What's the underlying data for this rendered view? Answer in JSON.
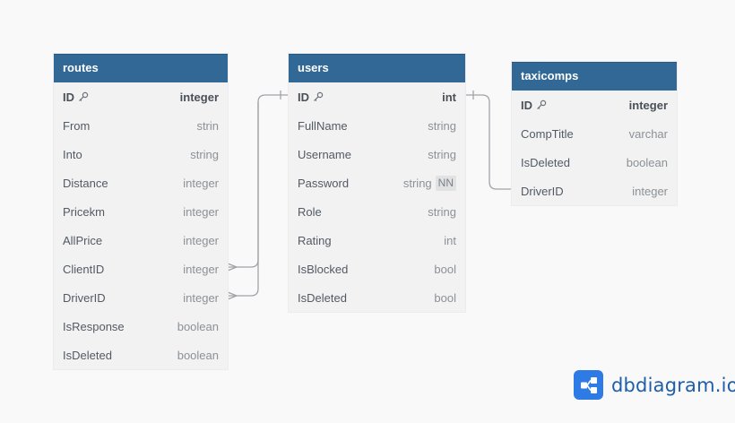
{
  "tables": {
    "routes": {
      "name": "routes",
      "fields": [
        {
          "name": "ID",
          "type": "integer"
        },
        {
          "name": "From",
          "type": "strin"
        },
        {
          "name": "Into",
          "type": "string"
        },
        {
          "name": "Distance",
          "type": "integer"
        },
        {
          "name": "Pricekm",
          "type": "integer"
        },
        {
          "name": "AllPrice",
          "type": "integer"
        },
        {
          "name": "ClientID",
          "type": "integer"
        },
        {
          "name": "DriverID",
          "type": "integer"
        },
        {
          "name": "IsResponse",
          "type": "boolean"
        },
        {
          "name": "IsDeleted",
          "type": "boolean"
        }
      ]
    },
    "users": {
      "name": "users",
      "fields": [
        {
          "name": "ID",
          "type": "int"
        },
        {
          "name": "FullName",
          "type": "string"
        },
        {
          "name": "Username",
          "type": "string"
        },
        {
          "name": "Password",
          "type": "string",
          "badge": "NN"
        },
        {
          "name": "Role",
          "type": "string"
        },
        {
          "name": "Rating",
          "type": "int"
        },
        {
          "name": "IsBlocked",
          "type": "bool"
        },
        {
          "name": "IsDeleted",
          "type": "bool"
        }
      ]
    },
    "taxicomps": {
      "name": "taxicomps",
      "fields": [
        {
          "name": "ID",
          "type": "integer"
        },
        {
          "name": "CompTitle",
          "type": "varchar"
        },
        {
          "name": "IsDeleted",
          "type": "boolean"
        },
        {
          "name": "DriverID",
          "type": "integer"
        }
      ]
    }
  },
  "brand": {
    "name": "dbdiagram.io"
  },
  "colors": {
    "header": "#316896",
    "body": "#f2f2f3",
    "link": "#a0a3a8",
    "brand": "#2f7be5"
  }
}
